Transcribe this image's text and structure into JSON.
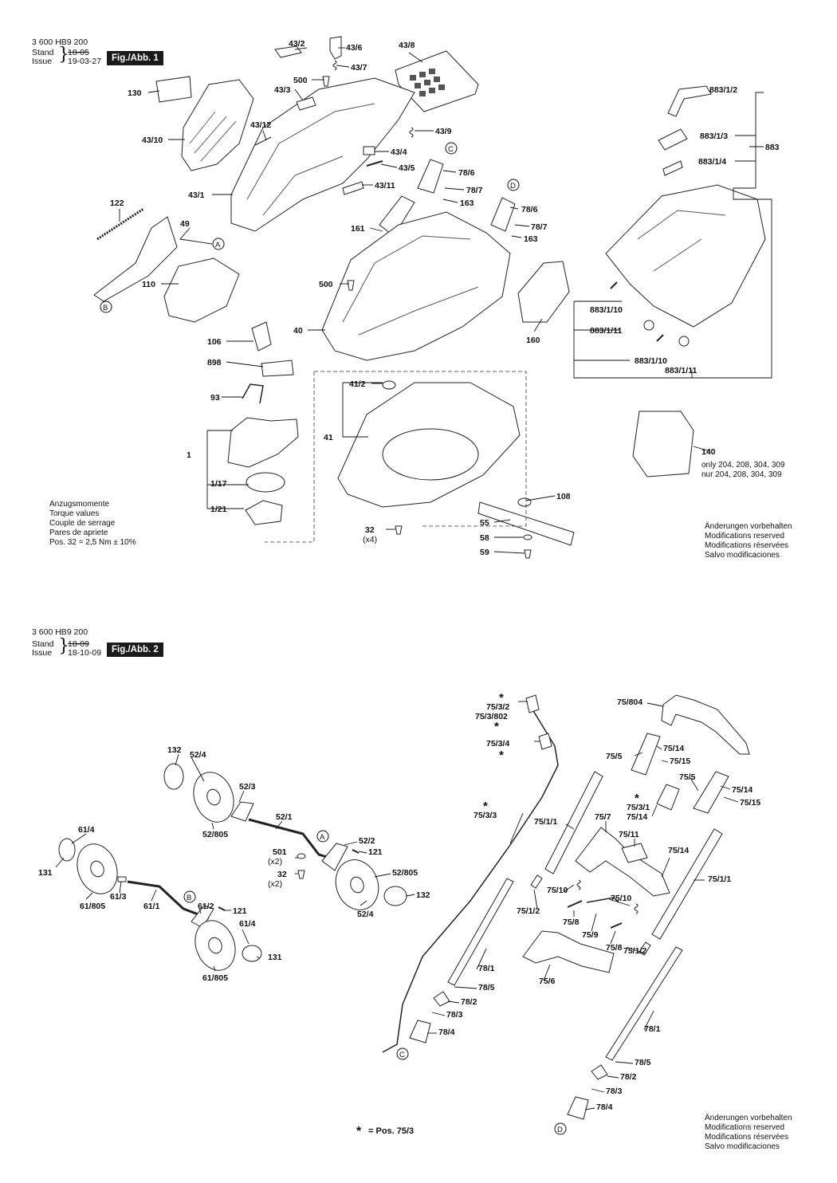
{
  "fig1": {
    "doc_number": "3 600 HB9 200",
    "stand_label": "Stand",
    "issue_label": "Issue",
    "stand_date": "18-05",
    "issue_date": "19-03-27",
    "badge": "Fig./Abb. 1",
    "torque": [
      "Anzugsmomente",
      "Torque values",
      "Couple de serrage",
      "Pares de apriete",
      "Pos. 32 = 2,5 Nm  ± 10%"
    ],
    "changes": [
      "Änderungen vorbehalten",
      "Modifications reserved",
      "Modifications réservées",
      "Salvo modificaciones"
    ],
    "only_note": [
      "only 204, 208, 304, 309",
      "nur 204, 208, 304, 309"
    ],
    "labels": {
      "l43_2": "43/2",
      "l43_6": "43/6",
      "l43_8": "43/8",
      "l43_7": "43/7",
      "l500a": "500",
      "l43_3": "43/3",
      "l130": "130",
      "l43_12": "43/12",
      "l43_9": "43/9",
      "l43_10": "43/10",
      "l43_4": "43/4",
      "l43_5": "43/5",
      "l78_6a": "78/6",
      "l78_7a": "78/7",
      "l163a": "163",
      "l43_1": "43/1",
      "l43_11": "43/11",
      "l78_6b": "78/6",
      "l78_7b": "78/7",
      "l163b": "163",
      "l122": "122",
      "l49": "49",
      "l161": "161",
      "l110": "110",
      "l500b": "500",
      "l40": "40",
      "l160": "160",
      "l106": "106",
      "l898": "898",
      "l41_2": "41/2",
      "l41": "41",
      "l93": "93",
      "l1": "1",
      "l1_17": "1/17",
      "l1_21": "1/21",
      "l108": "108",
      "l55": "55",
      "l58": "58",
      "l59": "59",
      "l32": "32",
      "lx4": "(x4)",
      "l883_1_2": "883/1/2",
      "l883_1_3": "883/1/3",
      "l883": "883",
      "l883_1_4": "883/1/4",
      "l883_1_10a": "883/1/10",
      "l883_1_11a": "883/1/11",
      "l883_1_10b": "883/1/10",
      "l883_1_11b": "883/1/11",
      "l140": "140"
    },
    "callouts": {
      "A": "A",
      "B": "B",
      "C": "C",
      "D": "D"
    }
  },
  "fig2": {
    "doc_number": "3 600 HB9 200",
    "stand_label": "Stand",
    "issue_label": "Issue",
    "stand_date": "18-09",
    "issue_date": "18-10-09",
    "badge": "Fig./Abb. 2",
    "changes": [
      "Änderungen vorbehalten",
      "Modifications reserved",
      "Modifications réservées",
      "Salvo modificaciones"
    ],
    "footnote_star": "*",
    "footnote_text": "= Pos. 75/3",
    "labels": {
      "l132a": "132",
      "l52_4a": "52/4",
      "l52_3": "52/3",
      "l52_805a": "52/805",
      "l52_1": "52/1",
      "l61_4a": "61/4",
      "l131a": "131",
      "l61_805a": "61/805",
      "l61_3": "61/3",
      "l61_1": "61/1",
      "l501": "501",
      "lx2a": "(x2)",
      "l32": "32",
      "lx2b": "(x2)",
      "l52_2": "52/2",
      "l121a": "121",
      "l52_805b": "52/805",
      "l132b": "132",
      "l52_4b": "52/4",
      "l61_2": "61/2",
      "l121b": "121",
      "l61_4b": "61/4",
      "l131b": "131",
      "l61_805b": "61/805",
      "l75_3_2": "75/3/2",
      "l75_3_802": "75/3/802",
      "l75_3_4": "75/3/4",
      "l75_3_3": "75/3/3",
      "l75_804": "75/804",
      "l75_5a": "75/5",
      "l75_14a": "75/14",
      "l75_15a": "75/15",
      "l75_5b": "75/5",
      "l75_14b": "75/14",
      "l75_15b": "75/15",
      "l75_3_1": "75/3/1",
      "l75_14c": "75/14",
      "l75_1_1a": "75/1/1",
      "l75_7": "75/7",
      "l75_11": "75/11",
      "l75_14d": "75/14",
      "l75_1_1b": "75/1/1",
      "l75_10a": "75/10",
      "l75_10b": "75/10",
      "l75_1_2a": "75/1/2",
      "l75_8a": "75/8",
      "l75_9": "75/9",
      "l75_8b": "75/8",
      "l75_1_2b": "75/1/2",
      "l75_6": "75/6",
      "l78_1a": "78/1",
      "l78_5a": "78/5",
      "l78_2a": "78/2",
      "l78_3a": "78/3",
      "l78_4a": "78/4",
      "l78_1b": "78/1",
      "l78_5b": "78/5",
      "l78_2b": "78/2",
      "l78_3b": "78/3",
      "l78_4b": "78/4"
    },
    "stars": [
      "*",
      "*",
      "*",
      "*",
      "*"
    ],
    "callouts": {
      "A": "A",
      "B": "B",
      "C": "C",
      "D": "D"
    }
  }
}
